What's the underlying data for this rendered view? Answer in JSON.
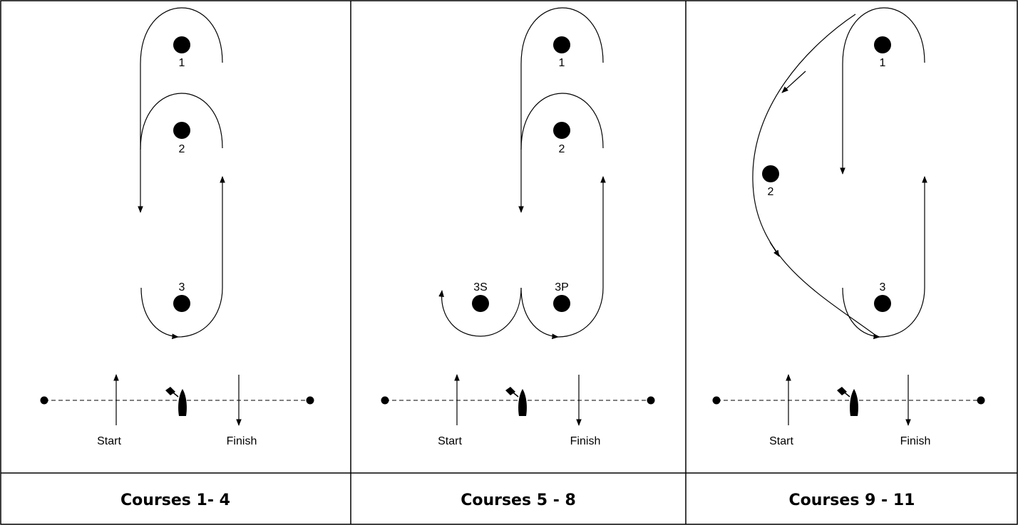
{
  "panels": [
    {
      "id": "p1",
      "caption": "Courses 1- 4",
      "marks": [
        {
          "label": "1"
        },
        {
          "label": "2"
        },
        {
          "label": "3"
        }
      ],
      "start_label": "Start",
      "finish_label": "Finish"
    },
    {
      "id": "p2",
      "caption": "Courses 5 - 8",
      "marks": [
        {
          "label": "1"
        },
        {
          "label": "2"
        },
        {
          "label": "3S"
        },
        {
          "label": "3P"
        }
      ],
      "start_label": "Start",
      "finish_label": "Finish"
    },
    {
      "id": "p3",
      "caption": "Courses 9 - 11",
      "marks": [
        {
          "label": "1"
        },
        {
          "label": "2"
        },
        {
          "label": "3"
        }
      ],
      "start_label": "Start",
      "finish_label": "Finish"
    }
  ],
  "colors": {
    "ink": "#000000",
    "background": "#ffffff"
  }
}
